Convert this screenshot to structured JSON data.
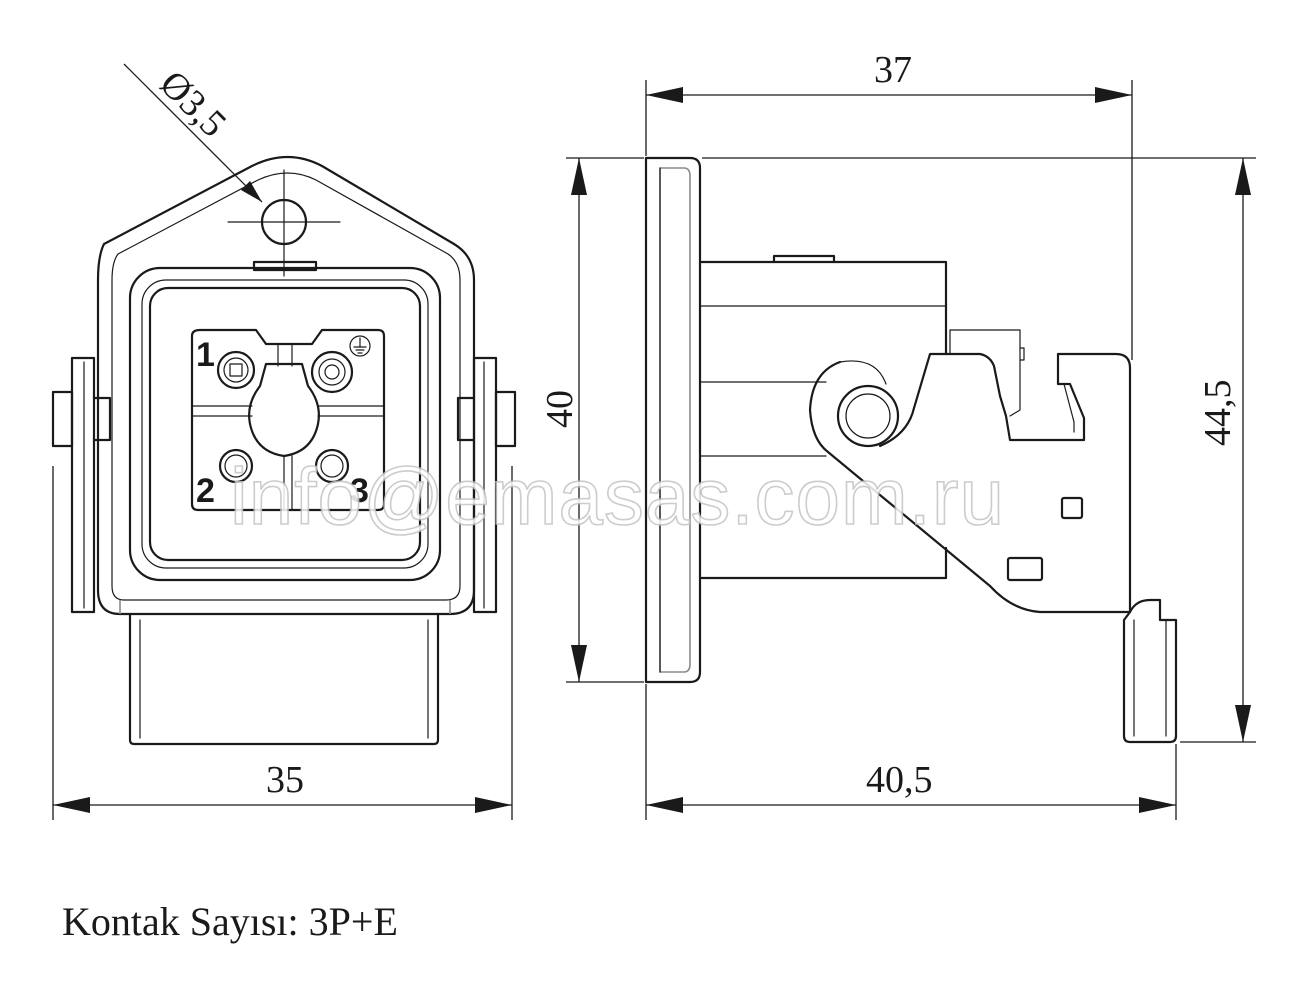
{
  "front_view": {
    "hole_diameter_label": "Ø3,5",
    "width_label": "35",
    "pins": {
      "pin1": "1",
      "pin2": "2",
      "pin3": "3",
      "earth_icon": "earth-ground-icon"
    }
  },
  "side_view": {
    "top_width_label": "37",
    "bottom_width_label": "40,5",
    "left_height_label": "40",
    "right_height_label": "44,5"
  },
  "watermark": "info@emasas.com.ru",
  "caption": "Kontak Sayısı: 3P+E",
  "colors": {
    "line": "#1a1a1a",
    "background": "#ffffff",
    "watermark_outline": "#c4c4c4"
  }
}
